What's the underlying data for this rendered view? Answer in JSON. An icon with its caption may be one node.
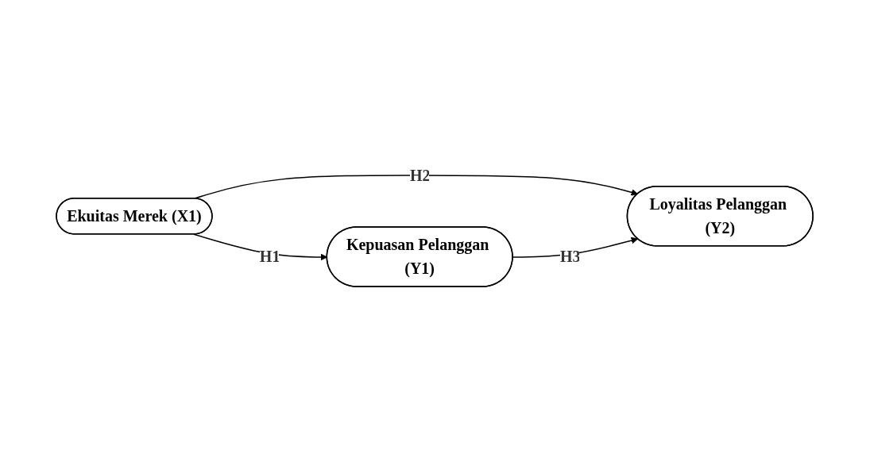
{
  "diagram": {
    "nodes": [
      {
        "text": [
          "Ekuitas Merek (X1)"
        ]
      },
      {
        "text": [
          "Kepuasan Pelanggan (Y1)"
        ]
      },
      {
        "text": [
          "Loyalitas Pelanggan (Y2)"
        ]
      }
    ],
    "edges": [
      {
        "from": 0,
        "to": 1,
        "arrow": "to",
        "label": "H1"
      },
      {
        "from": 0,
        "to": 2,
        "arrow": "to",
        "label": "H2"
      },
      {
        "from": 1,
        "to": 2,
        "arrow": "to",
        "label": "H3"
      }
    ]
  }
}
